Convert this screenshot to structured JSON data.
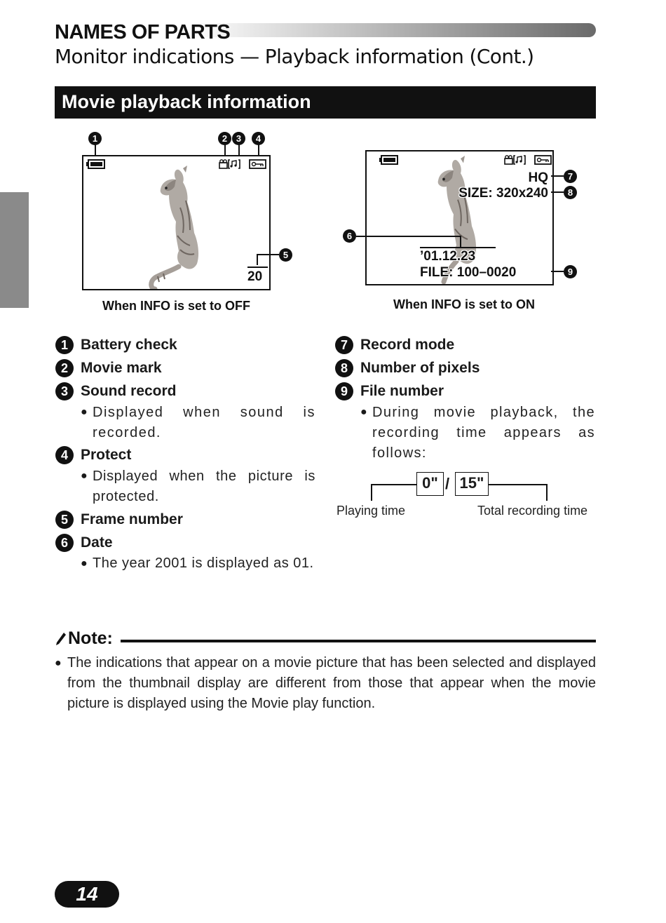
{
  "header": {
    "section": "NAMES OF PARTS",
    "subtitle": "Monitor indications — Playback information (Cont.)"
  },
  "banner": "Movie playback information",
  "screens": {
    "off": {
      "caption": "When INFO is set to OFF",
      "frame_number": "20"
    },
    "on": {
      "caption": "When INFO is set to ON",
      "record_mode": "HQ",
      "size": "SIZE: 320x240",
      "date": "’01.12.23",
      "file": "FILE: 100–0020"
    }
  },
  "callouts": [
    "1",
    "2",
    "3",
    "4",
    "5",
    "6",
    "7",
    "8",
    "9"
  ],
  "items_left": [
    {
      "num": "1",
      "title": "Battery check"
    },
    {
      "num": "2",
      "title": "Movie mark"
    },
    {
      "num": "3",
      "title": "Sound record",
      "bullet": "Displayed when sound is recorded."
    },
    {
      "num": "4",
      "title": "Protect",
      "bullet": "Displayed when the picture is protected."
    },
    {
      "num": "5",
      "title": "Frame number"
    },
    {
      "num": "6",
      "title": "Date",
      "bullet": "The year 2001 is displayed as 01."
    }
  ],
  "items_right": [
    {
      "num": "7",
      "title": "Record mode"
    },
    {
      "num": "8",
      "title": "Number of pixels"
    },
    {
      "num": "9",
      "title": "File number",
      "bullet": "During movie playback, the recording time appears as follows:"
    }
  ],
  "time_display": {
    "playing": "0\"",
    "separator": "/",
    "total": "15\"",
    "playing_label": "Playing time",
    "total_label": "Total recording time"
  },
  "note": {
    "label": "Note:",
    "text": "The indications that appear on a movie picture that has been selected and displayed from the thumbnail display are different from those that appear when the movie picture is displayed using the Movie play function."
  },
  "page_number": "14"
}
